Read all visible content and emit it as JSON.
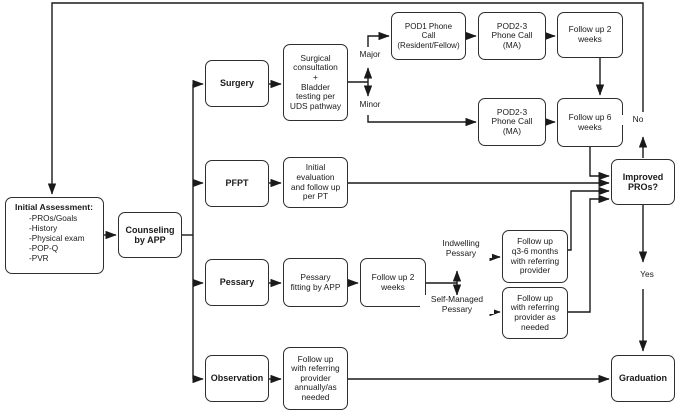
{
  "diagram": {
    "nodes": {
      "initial_assessment": {
        "title": "Initial Assessment:",
        "items": [
          "-PROs/Goals",
          "-History",
          "-Physical exam",
          "-POP-Q",
          "-PVR"
        ]
      },
      "counseling": {
        "label": "Counseling\nby APP"
      },
      "surgery": {
        "label": "Surgery"
      },
      "surgical_consult": {
        "label": "Surgical\nconsultation\n+\nBladder\ntesting per\nUDS pathway"
      },
      "pod1_call": {
        "label": "POD1 Phone\nCall\n(Resident/Fellow)"
      },
      "pod23_call_major": {
        "label": "POD2-3\nPhone Call\n(MA)"
      },
      "followup_2w_surgery": {
        "label": "Follow up 2\nweeks"
      },
      "pod23_call_minor": {
        "label": "POD2-3\nPhone Call\n(MA)"
      },
      "followup_6w": {
        "label": "Follow up 6\nweeks"
      },
      "improved_pros": {
        "label": "Improved\nPROs?"
      },
      "pfpt": {
        "label": "PFPT"
      },
      "pt_eval": {
        "label": "Initial\nevaluation\nand follow up\nper PT"
      },
      "pessary": {
        "label": "Pessary"
      },
      "pessary_fitting": {
        "label": "Pessary\nfitting by APP"
      },
      "followup_2w_pessary": {
        "label": "Follow up 2\nweeks"
      },
      "followup_q36": {
        "label": "Follow up\nq3-6 months\nwith referring\nprovider"
      },
      "followup_prn": {
        "label": "Follow up\nwith referring\nprovider as\nneeded"
      },
      "observation": {
        "label": "Observation"
      },
      "observation_followup": {
        "label": "Follow up\nwith referring\nprovider\nannually/as\nneeded"
      },
      "graduation": {
        "label": "Graduation"
      }
    },
    "edge_labels": {
      "major": "Major",
      "minor": "Minor",
      "indwelling": "Indwelling\nPessary",
      "self_managed": "Self-Managed\nPessary",
      "no": "No",
      "yes": "Yes"
    },
    "colors": {
      "line": "#1a1a1a",
      "box_border": "#2e2e2e",
      "box_fill": "#ffffff",
      "text": "#1a1a1a",
      "background": "#ffffff"
    }
  }
}
